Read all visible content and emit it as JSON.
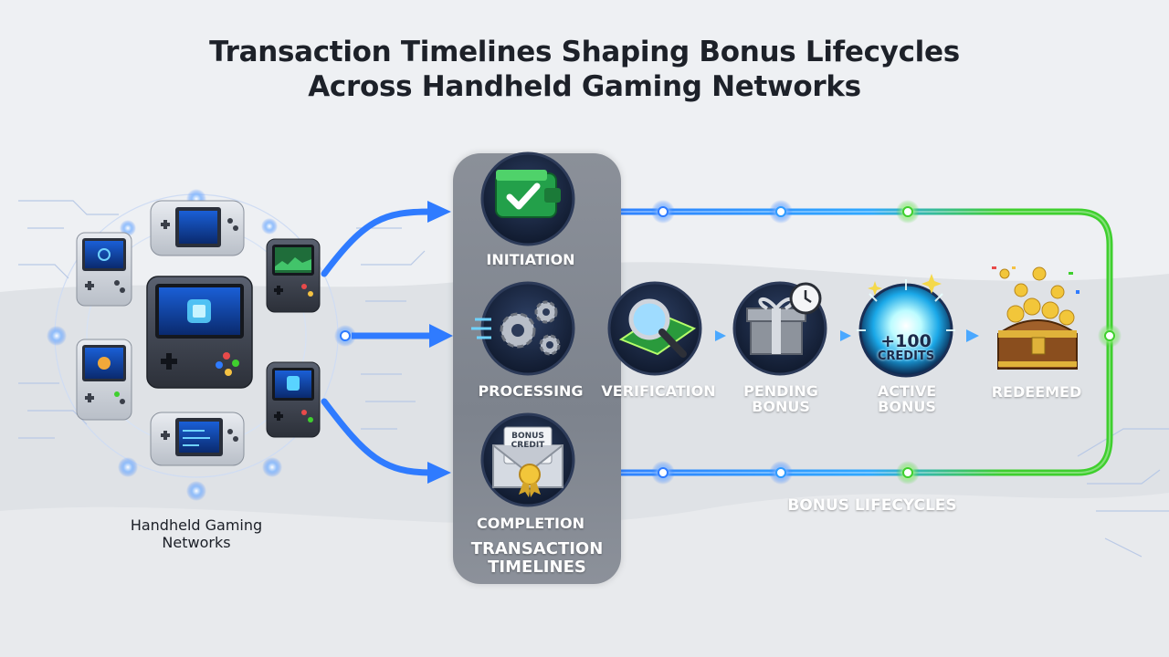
{
  "title": {
    "line1": "Transaction Timelines Shaping Bonus Lifecycles",
    "line2": "Across Handheld Gaming Networks"
  },
  "network_label": {
    "line1": "Handheld Gaming",
    "line2": "Networks"
  },
  "stages": {
    "initiation": "INITIATION",
    "processing": "PROCESSING",
    "verification": "VERIFICATION",
    "pending_line1": "PENDING",
    "pending_line2": "BONUS",
    "active_line1": "ACTIVE",
    "active_line2": "BONUS",
    "redeemed": "REDEEMED",
    "completion": "COMPLETION"
  },
  "panel_label": {
    "line1": "TRANSACTION",
    "line2": "TIMELINES"
  },
  "bonus_lifecycles": "BONUS LIFECYCLES",
  "badge": {
    "amount": "+100",
    "unit": "CREDITS"
  },
  "envelope_card": {
    "line1": "BONUS",
    "line2": "CREDIT"
  },
  "colors": {
    "blue_flow": "#2f7bff",
    "green_flow": "#3fcf2e",
    "panel": "#858b94",
    "title": "#1d2129"
  }
}
